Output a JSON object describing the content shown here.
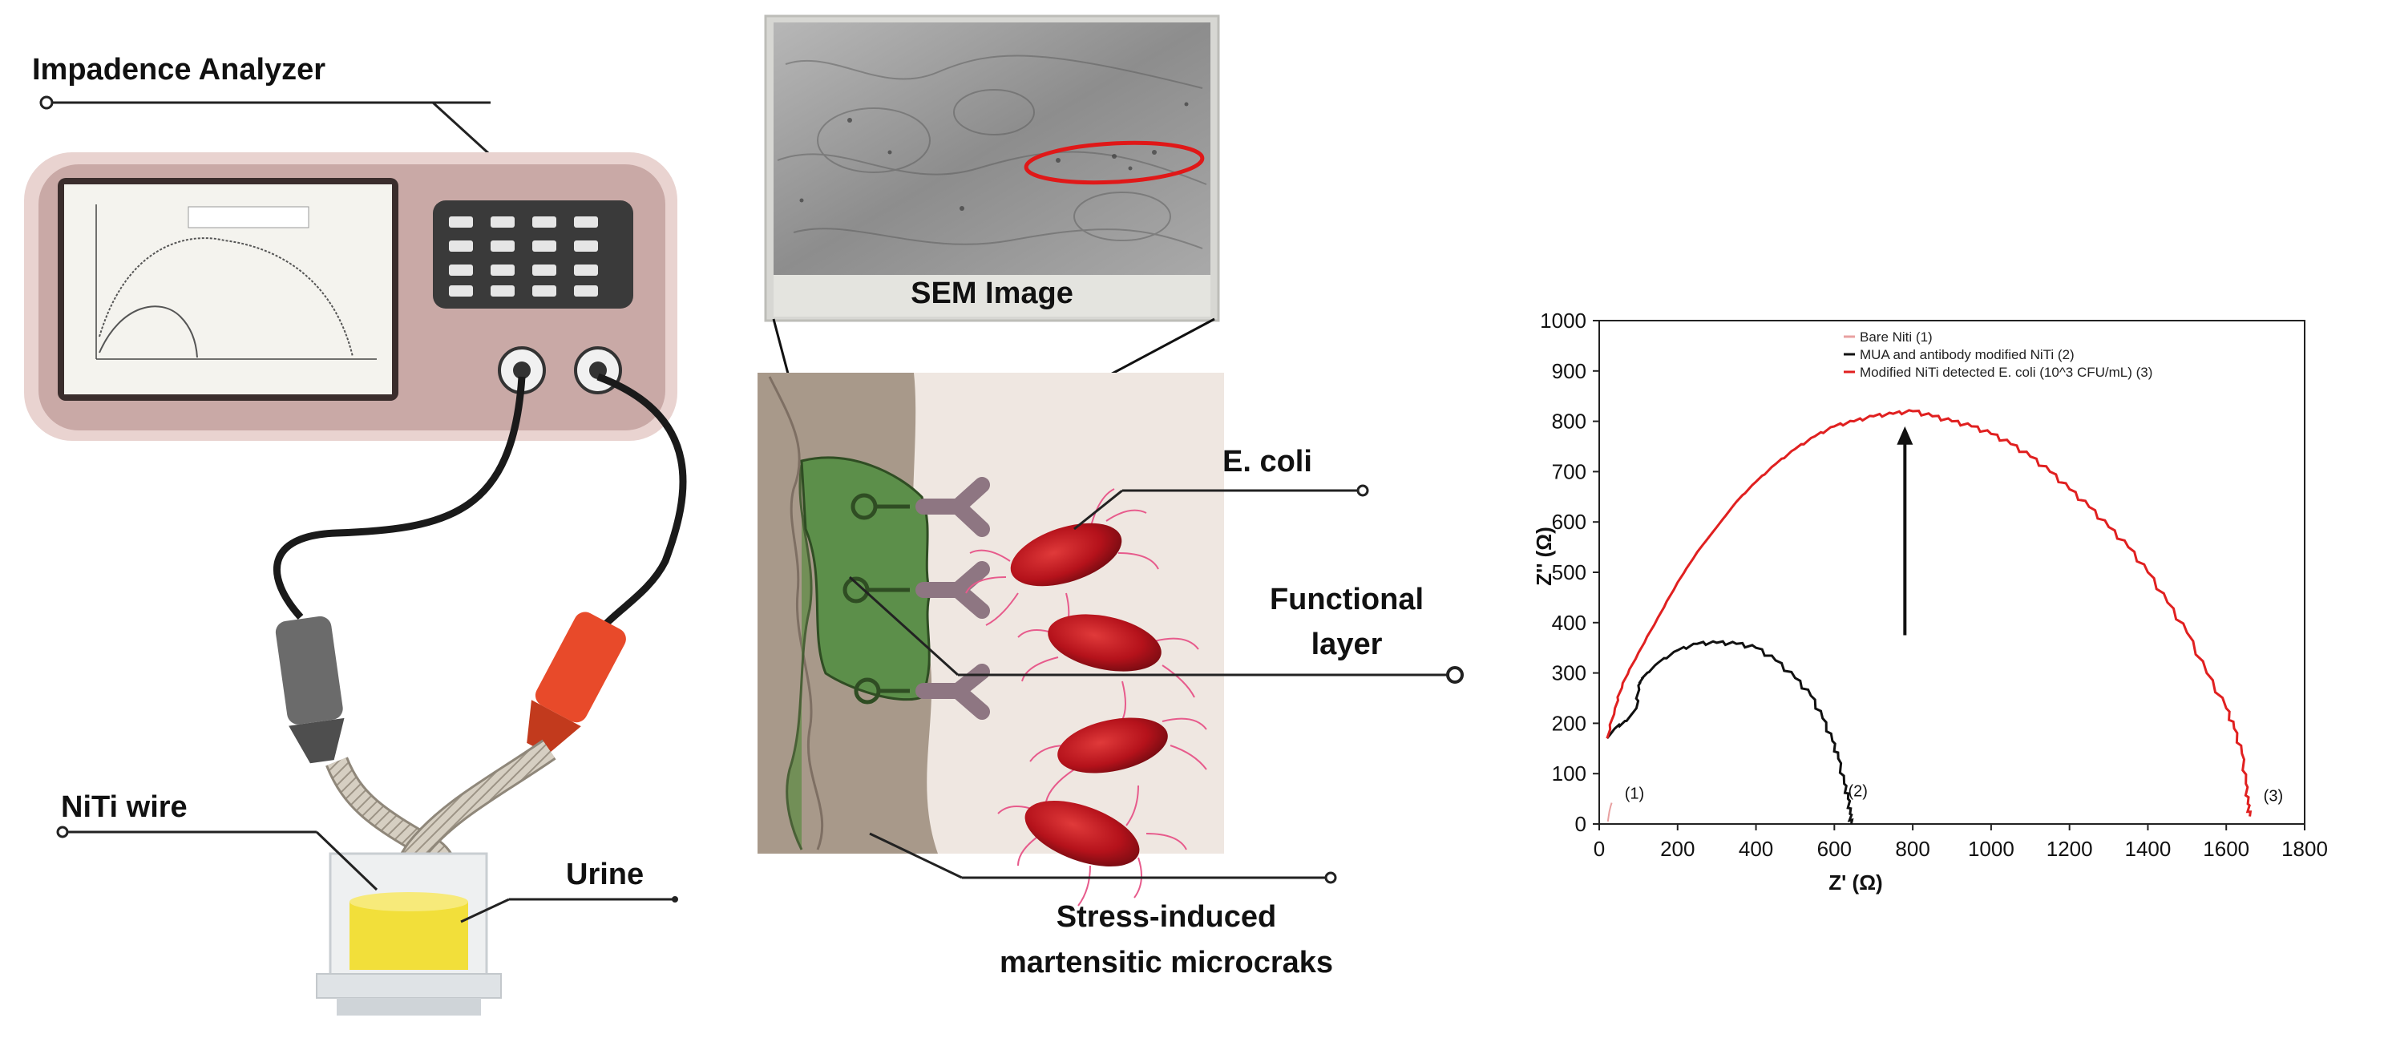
{
  "labels": {
    "impedance_analyzer": "Impadence Analyzer",
    "niti_wire": "NiTi wire",
    "urine": "Urine",
    "sem_image": "SEM  Image",
    "e_coli": "E. coli",
    "functional_layer_line1": "Functional",
    "functional_layer_line2": "layer",
    "microcracks_line1": "Stress-induced",
    "microcracks_line2": "martensitic microcraks"
  },
  "colors": {
    "device_body": "#c9a9a6",
    "device_face": "#a58682",
    "screen": "#f4f3ee",
    "keypad": "#3a3a3a",
    "clip_red": "#e84a2a",
    "clip_gray": "#6b6b6b",
    "urine": "#f2df3a",
    "biofilm": "#5c8f4a",
    "bacteria": "#b5121b",
    "antibody": "#8e7682",
    "series_bare": "#e8a0a0",
    "series_mua": "#111111",
    "series_detected": "#e02020"
  },
  "chart_data": {
    "type": "line",
    "xlabel": "Z' (Ω)",
    "ylabel": "Z'' (Ω)",
    "xlim": [
      0,
      1800
    ],
    "ylim": [
      0,
      1000
    ],
    "xticks": [
      0,
      200,
      400,
      600,
      800,
      1000,
      1200,
      1400,
      1600,
      1800
    ],
    "yticks": [
      0,
      100,
      200,
      300,
      400,
      500,
      600,
      700,
      800,
      900,
      1000
    ],
    "legend_position": "top",
    "series": [
      {
        "name": "Bare Niti (1)",
        "color": "#e8a0a0",
        "tag": "(1)",
        "tag_at": [
          90,
          50
        ],
        "x": [
          22,
          24,
          26,
          29,
          32
        ],
        "y": [
          5,
          15,
          25,
          35,
          42
        ]
      },
      {
        "name": "MUA and antibody modified NiTi (2)",
        "color": "#111111",
        "tag": "(2)",
        "tag_at": [
          660,
          55
        ],
        "x": [
          20,
          40,
          70,
          95,
          100,
          110,
          150,
          200,
          250,
          300,
          350,
          400,
          450,
          500,
          540,
          570,
          595,
          610,
          625,
          635,
          640,
          643
        ],
        "y": [
          170,
          190,
          205,
          230,
          275,
          290,
          320,
          345,
          358,
          360,
          358,
          350,
          325,
          290,
          255,
          210,
          165,
          130,
          80,
          50,
          20,
          0
        ]
      },
      {
        "name": "Modified NiTi detected E. coli (10^3 CFU/mL) (3)",
        "color": "#e02020",
        "tag": "(3)",
        "tag_at": [
          1720,
          45
        ],
        "x": [
          20,
          40,
          60,
          100,
          150,
          200,
          250,
          300,
          350,
          400,
          450,
          500,
          550,
          600,
          650,
          700,
          750,
          800,
          850,
          900,
          950,
          1000,
          1050,
          1100,
          1150,
          1200,
          1250,
          1300,
          1350,
          1400,
          1450,
          1500,
          1550,
          1600,
          1620,
          1640,
          1650,
          1655,
          1660
        ],
        "y": [
          170,
          230,
          280,
          340,
          410,
          480,
          540,
          590,
          640,
          680,
          715,
          745,
          770,
          790,
          800,
          810,
          815,
          820,
          810,
          800,
          790,
          775,
          755,
          730,
          700,
          665,
          630,
          590,
          550,
          500,
          440,
          380,
          300,
          230,
          190,
          140,
          80,
          40,
          15
        ]
      }
    ],
    "annotation": "arrow pointing upward from curve (2) to curve (3)"
  }
}
